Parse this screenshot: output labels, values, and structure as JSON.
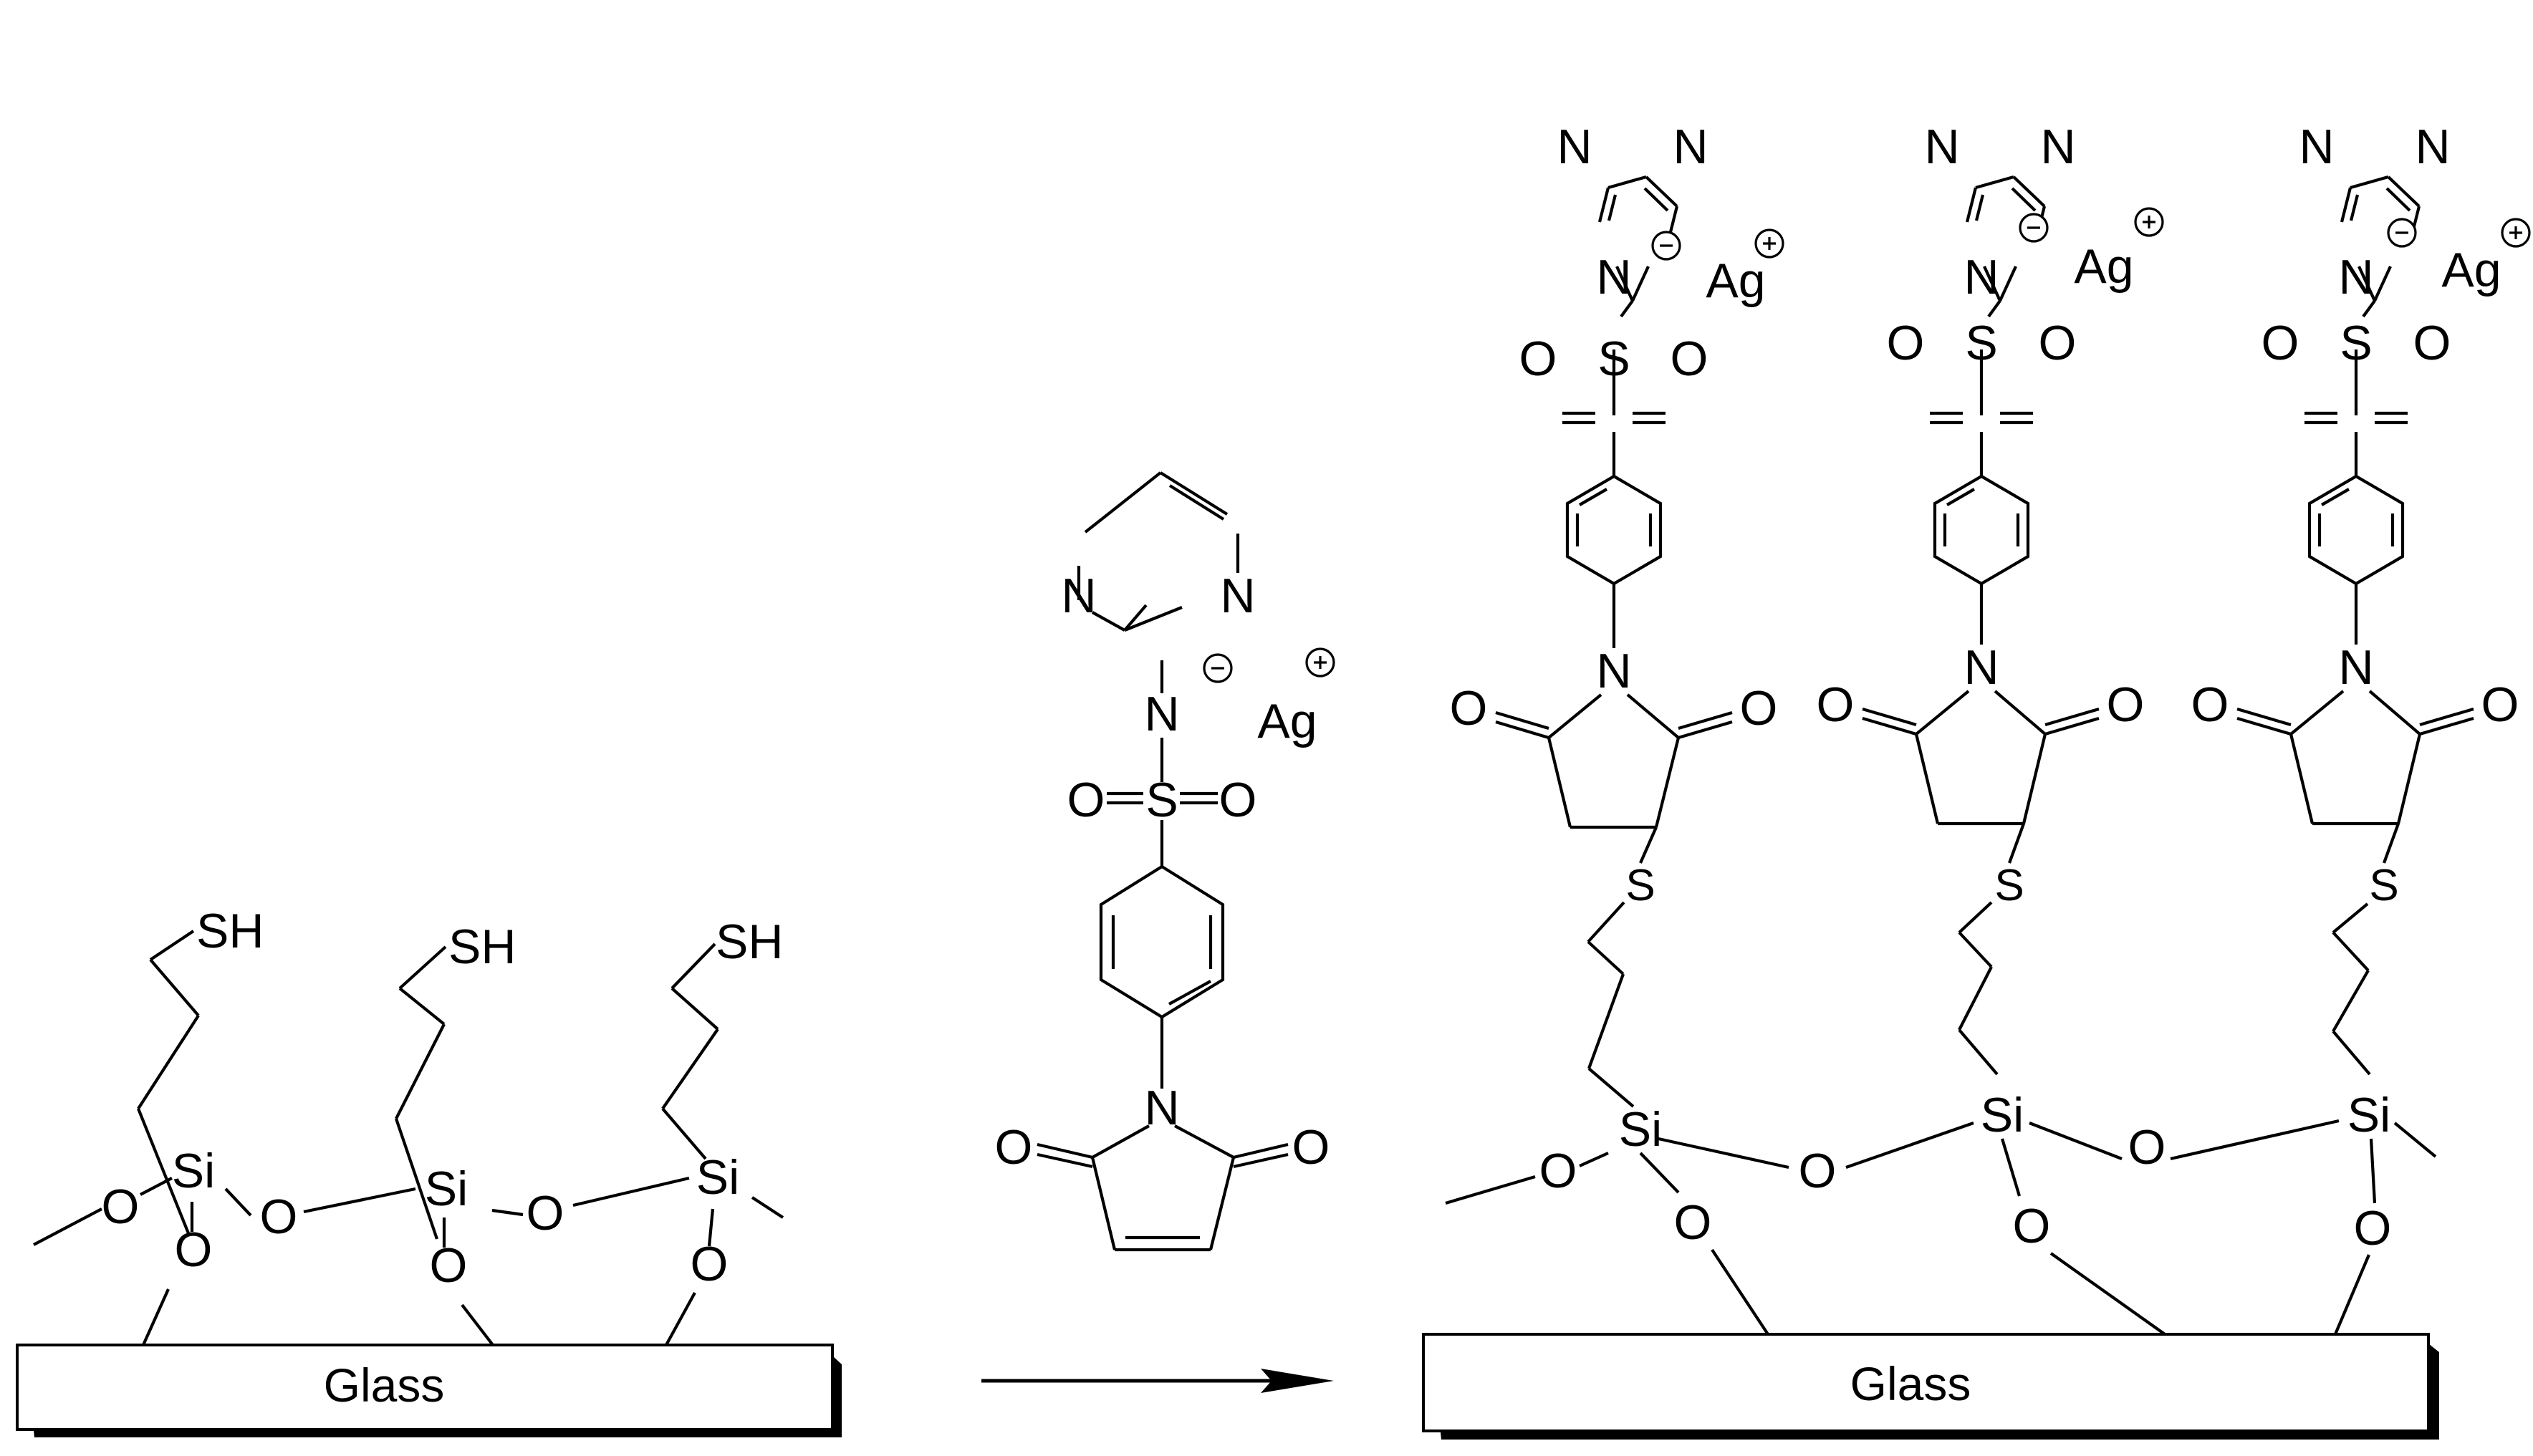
{
  "surface_label": "Glass",
  "thiol_label": "SH",
  "silicon_label": "Si",
  "oxygen_label": "O",
  "nitrogen_label": "N",
  "sulfur_label": "S",
  "silver_label": "Ag",
  "charges": {
    "negative": "minus",
    "positive": "plus"
  },
  "colors": {
    "ink": "#000000",
    "background": "#ffffff"
  }
}
